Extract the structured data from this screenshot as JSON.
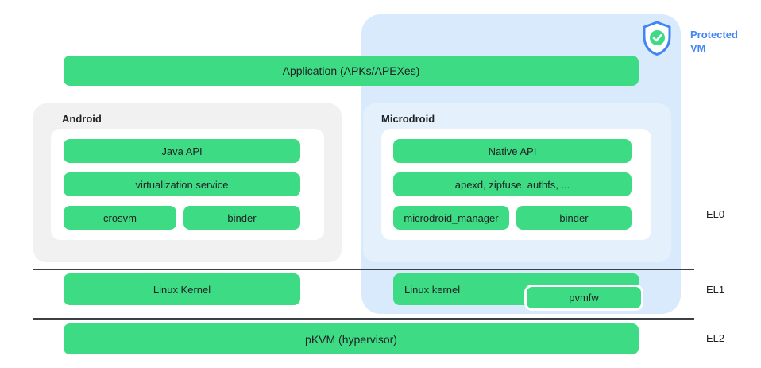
{
  "colors": {
    "bar_green": "#3ddc84",
    "protected_vm_bg": "#d8eafc",
    "microdroid_bg": "#e4f1fd",
    "android_bg": "#f1f1f2",
    "accent_blue": "#4285f4",
    "text_dark": "#202124"
  },
  "protected_vm": {
    "label": "Protected\nVM"
  },
  "application": {
    "label": "Application (APKs/APEXes)"
  },
  "android": {
    "title": "Android",
    "java_api": "Java API",
    "virtualization_service": "virtualization service",
    "crosvm": "crosvm",
    "binder": "binder"
  },
  "microdroid": {
    "title": "Microdroid",
    "native_api": "Native API",
    "apexd": "apexd, zipfuse, authfs, ...",
    "microdroid_manager": "microdroid_manager",
    "binder": "binder"
  },
  "kernel_row": {
    "host_kernel": "Linux Kernel",
    "guest_kernel": "Linux kernel",
    "pvmfw": "pvmfw"
  },
  "hypervisor_row": {
    "pkvm": "pKVM (hypervisor)"
  },
  "exception_levels": {
    "el0": "EL0",
    "el1": "EL1",
    "el2": "EL2"
  }
}
